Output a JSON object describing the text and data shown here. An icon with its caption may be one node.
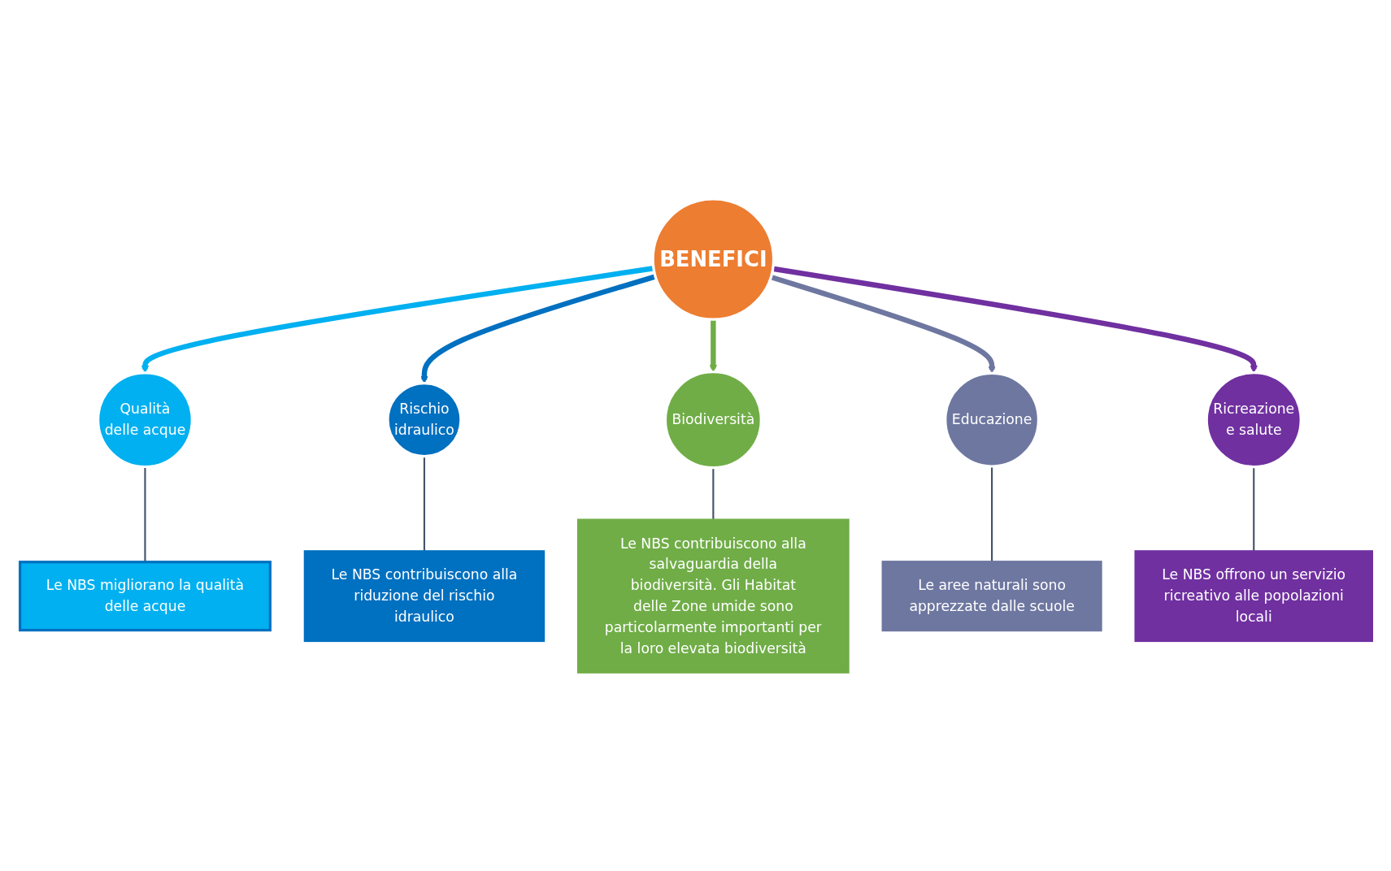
{
  "diagram": {
    "nodes": [
      {
        "text": [
          "Le NBS migliorano la qualità delle acque"
        ]
      },
      {
        "text": [
          "Le NBS contribuiscono alla salvaguardia della biodiversità. Gli Habitat delle Zone umide sono particolarmente importanti per la loro elevata biodiversità"
        ]
      },
      {
        "text": [
          "Qualità delle acque"
        ]
      },
      {
        "text": [
          "Le NBS contribuiscono alla riduzione del rischio idraulico"
        ]
      },
      {
        "text": [
          "Rischio idraulico"
        ]
      },
      {
        "text": [
          "Biodiversità"
        ]
      },
      {
        "text": [
          "BENEFICI"
        ]
      },
      {
        "text": [
          "Le NBS offrono un servizio ricreativo alle popolazioni locali"
        ]
      },
      {
        "text": [
          "Le aree naturali sono apprezzate dalle scuole"
        ]
      },
      {
        "text": [
          "Educazione"
        ]
      },
      {
        "text": [
          "Ricreazione e salute"
        ]
      }
    ],
    "edges": [
      {
        "from": 6,
        "to": 2,
        "arrow": "to",
        "style": "thick",
        "color": "#00b0f0"
      },
      {
        "from": 6,
        "to": 4,
        "arrow": "to",
        "style": "thick",
        "color": "#0070c0"
      },
      {
        "from": 6,
        "to": 5,
        "arrow": "to",
        "style": "thick",
        "color": "#70ad47"
      },
      {
        "from": 6,
        "to": 9,
        "arrow": "to",
        "style": "thick",
        "color": "#6e77a0"
      },
      {
        "from": 6,
        "to": 10,
        "arrow": "to",
        "style": "thick",
        "color": "#7030a0"
      },
      {
        "from": 0,
        "to": 2,
        "arrow": "none"
      },
      {
        "from": 1,
        "to": 5,
        "arrow": "none"
      },
      {
        "from": 3,
        "to": 4,
        "arrow": "none"
      },
      {
        "from": 8,
        "to": 9,
        "arrow": "none"
      },
      {
        "from": 7,
        "to": 10,
        "arrow": "none"
      }
    ]
  }
}
